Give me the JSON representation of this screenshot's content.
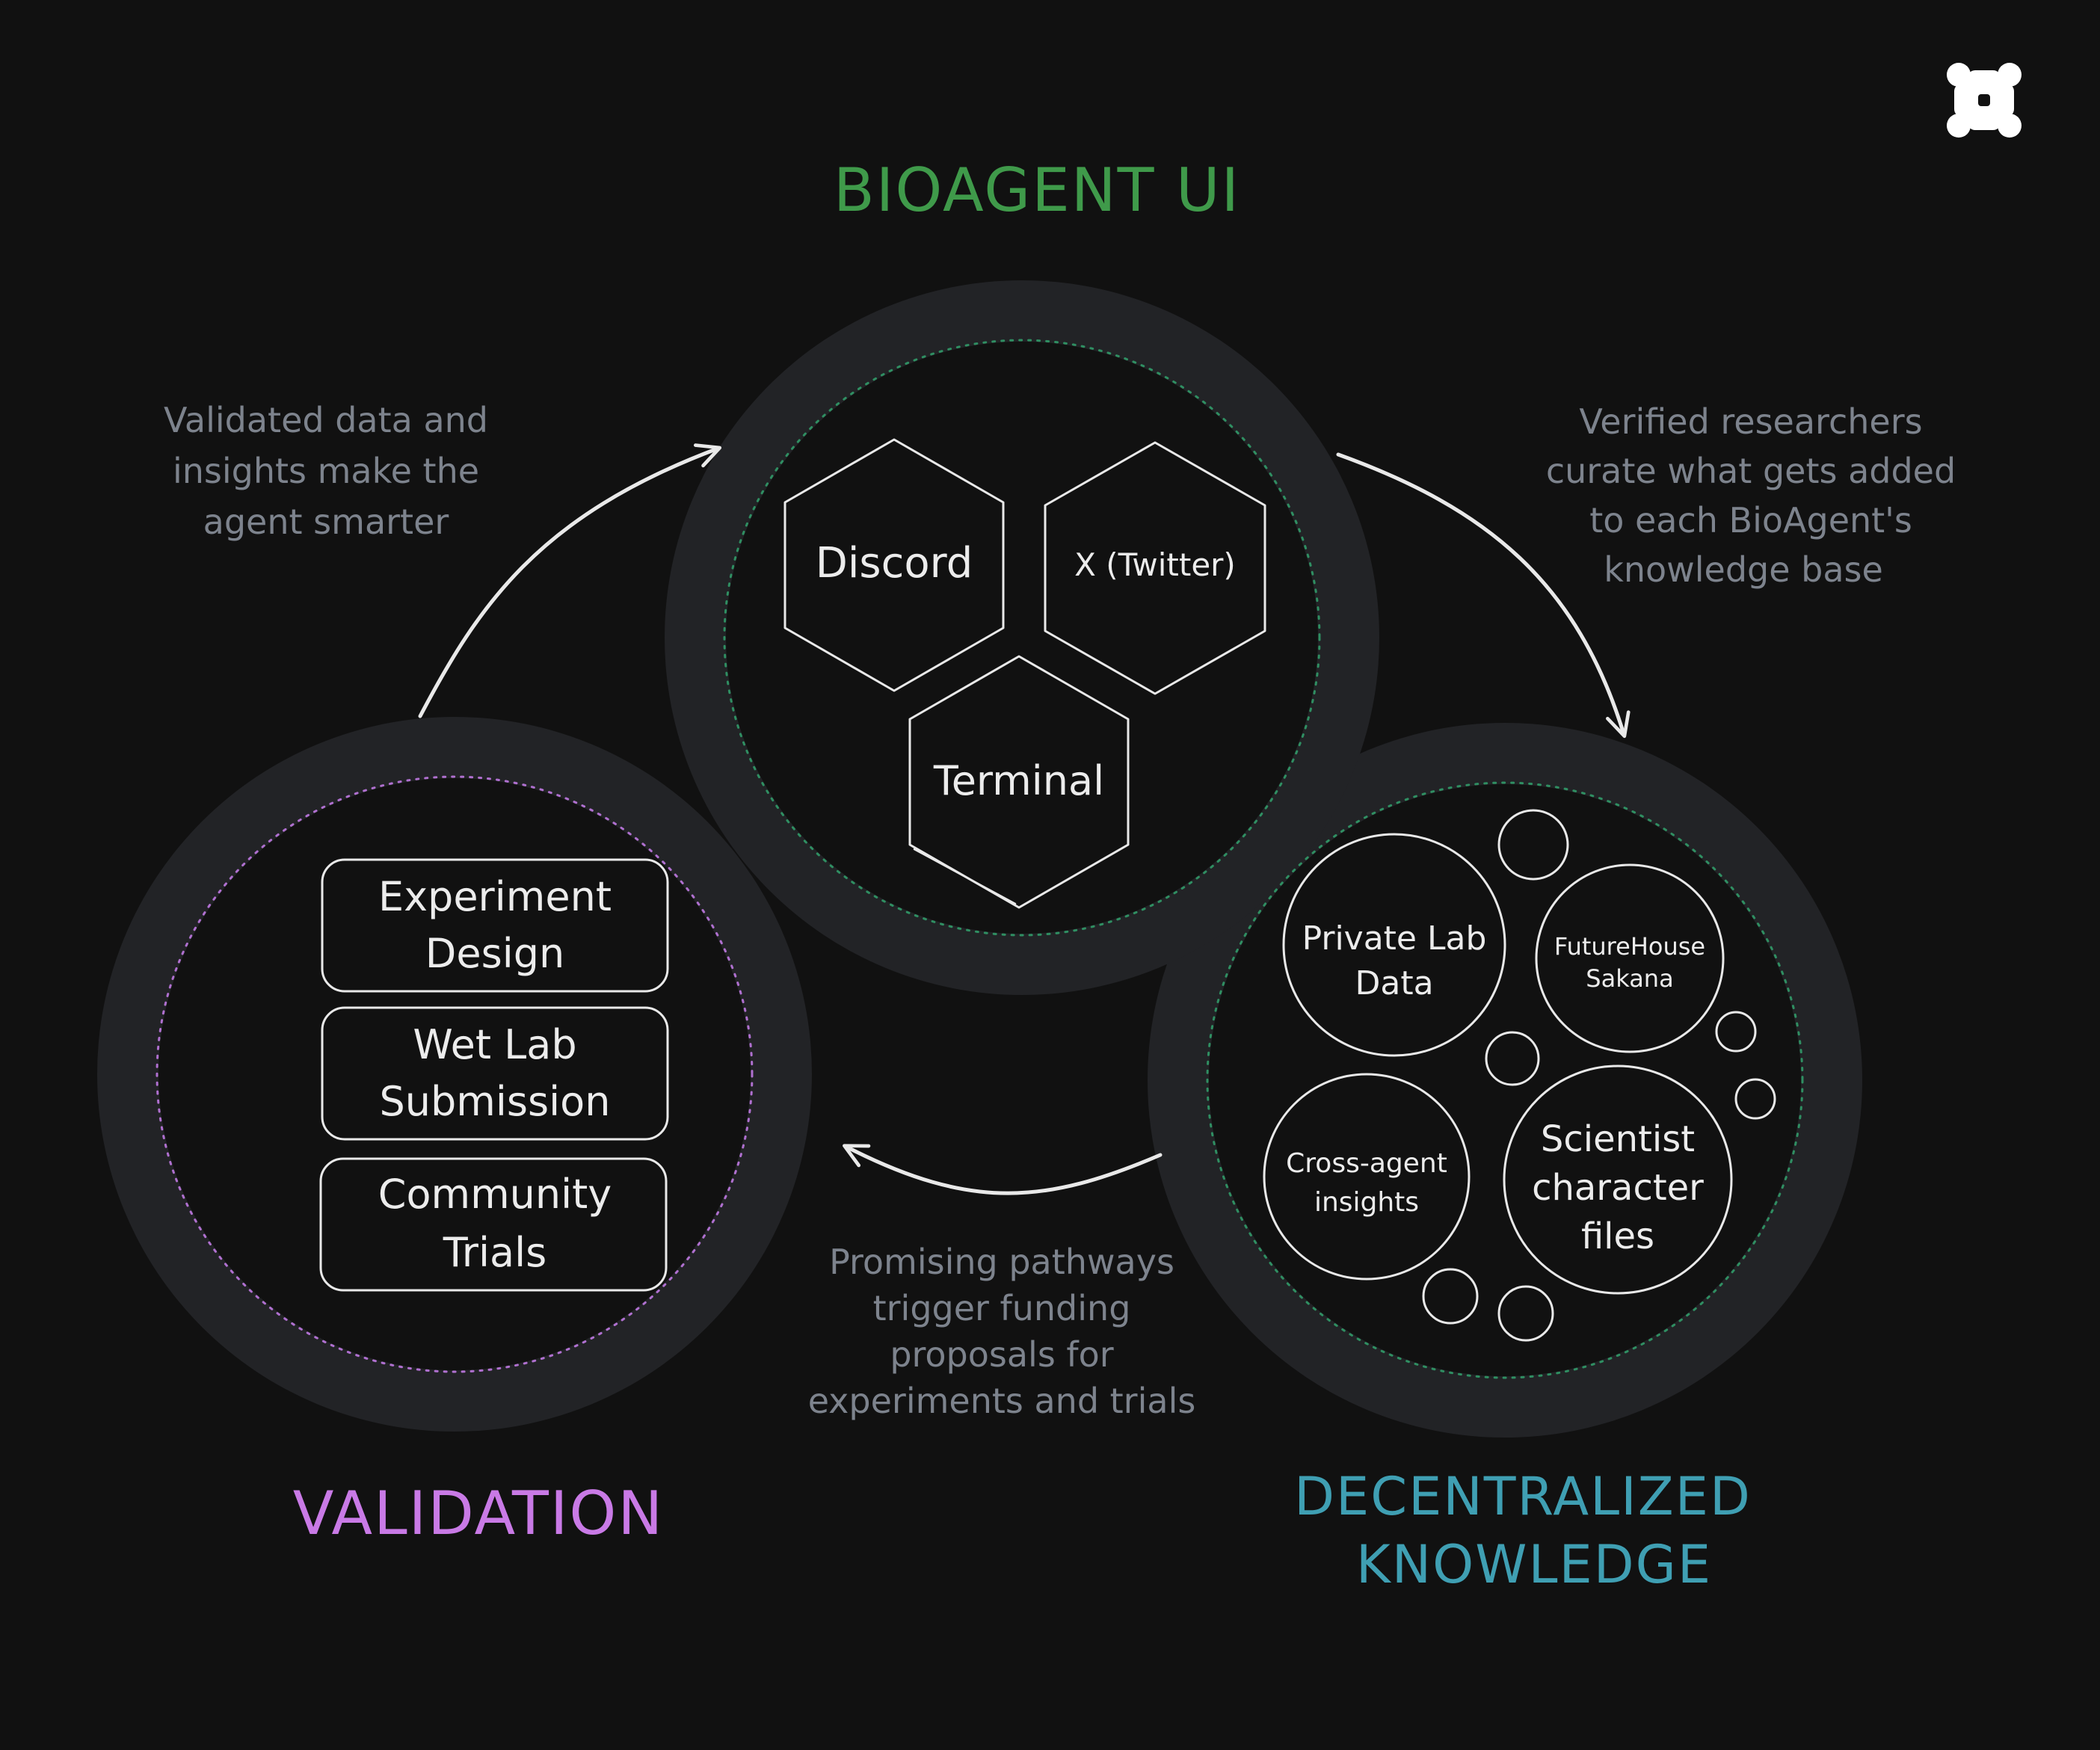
{
  "colors": {
    "background": "#111111",
    "ring": "#222326",
    "outline": "#e9e9e9",
    "note": "#7d838d",
    "bioagent_title": "#3f9a4a",
    "validation_title": "#c97ae6",
    "knowledge_title": "#3f9fb3",
    "green_dots": "#2f8f62",
    "purple_dots": "#b070d0"
  },
  "logo": {
    "icon": "bio-protocol-logo-icon"
  },
  "bioagent_ui": {
    "title": "BIOAGENT UI",
    "nodes": [
      "Discord",
      "X (Twitter)",
      "Terminal"
    ]
  },
  "validation": {
    "title": "VALIDATION",
    "items": [
      {
        "line1": "Experiment",
        "line2": "Design"
      },
      {
        "line1": "Wet Lab",
        "line2": "Submission"
      },
      {
        "line1": "Community",
        "line2": "Trials"
      }
    ]
  },
  "knowledge": {
    "title_line1": "DECENTRALIZED",
    "title_line2": "KNOWLEDGE",
    "private_lab": {
      "line1": "Private Lab",
      "line2": "Data"
    },
    "futurehouse": {
      "line1": "FutureHouse",
      "line2": "Sakana"
    },
    "cross_agent": {
      "line1": "Cross-agent",
      "line2": "insights"
    },
    "scientist": {
      "line1": "Scientist",
      "line2": "character",
      "line3": "files"
    }
  },
  "notes": {
    "left": {
      "line1": "Validated data and",
      "line2": "insights make the",
      "line3": "agent smarter"
    },
    "right": {
      "line1": "Verified researchers",
      "line2": "curate what gets added",
      "line3": "to each BioAgent's",
      "line4": "knowledge base"
    },
    "bottom": {
      "line1": "Promising pathways",
      "line2": "trigger funding",
      "line3": "proposals for",
      "line4": "experiments and trials"
    }
  }
}
